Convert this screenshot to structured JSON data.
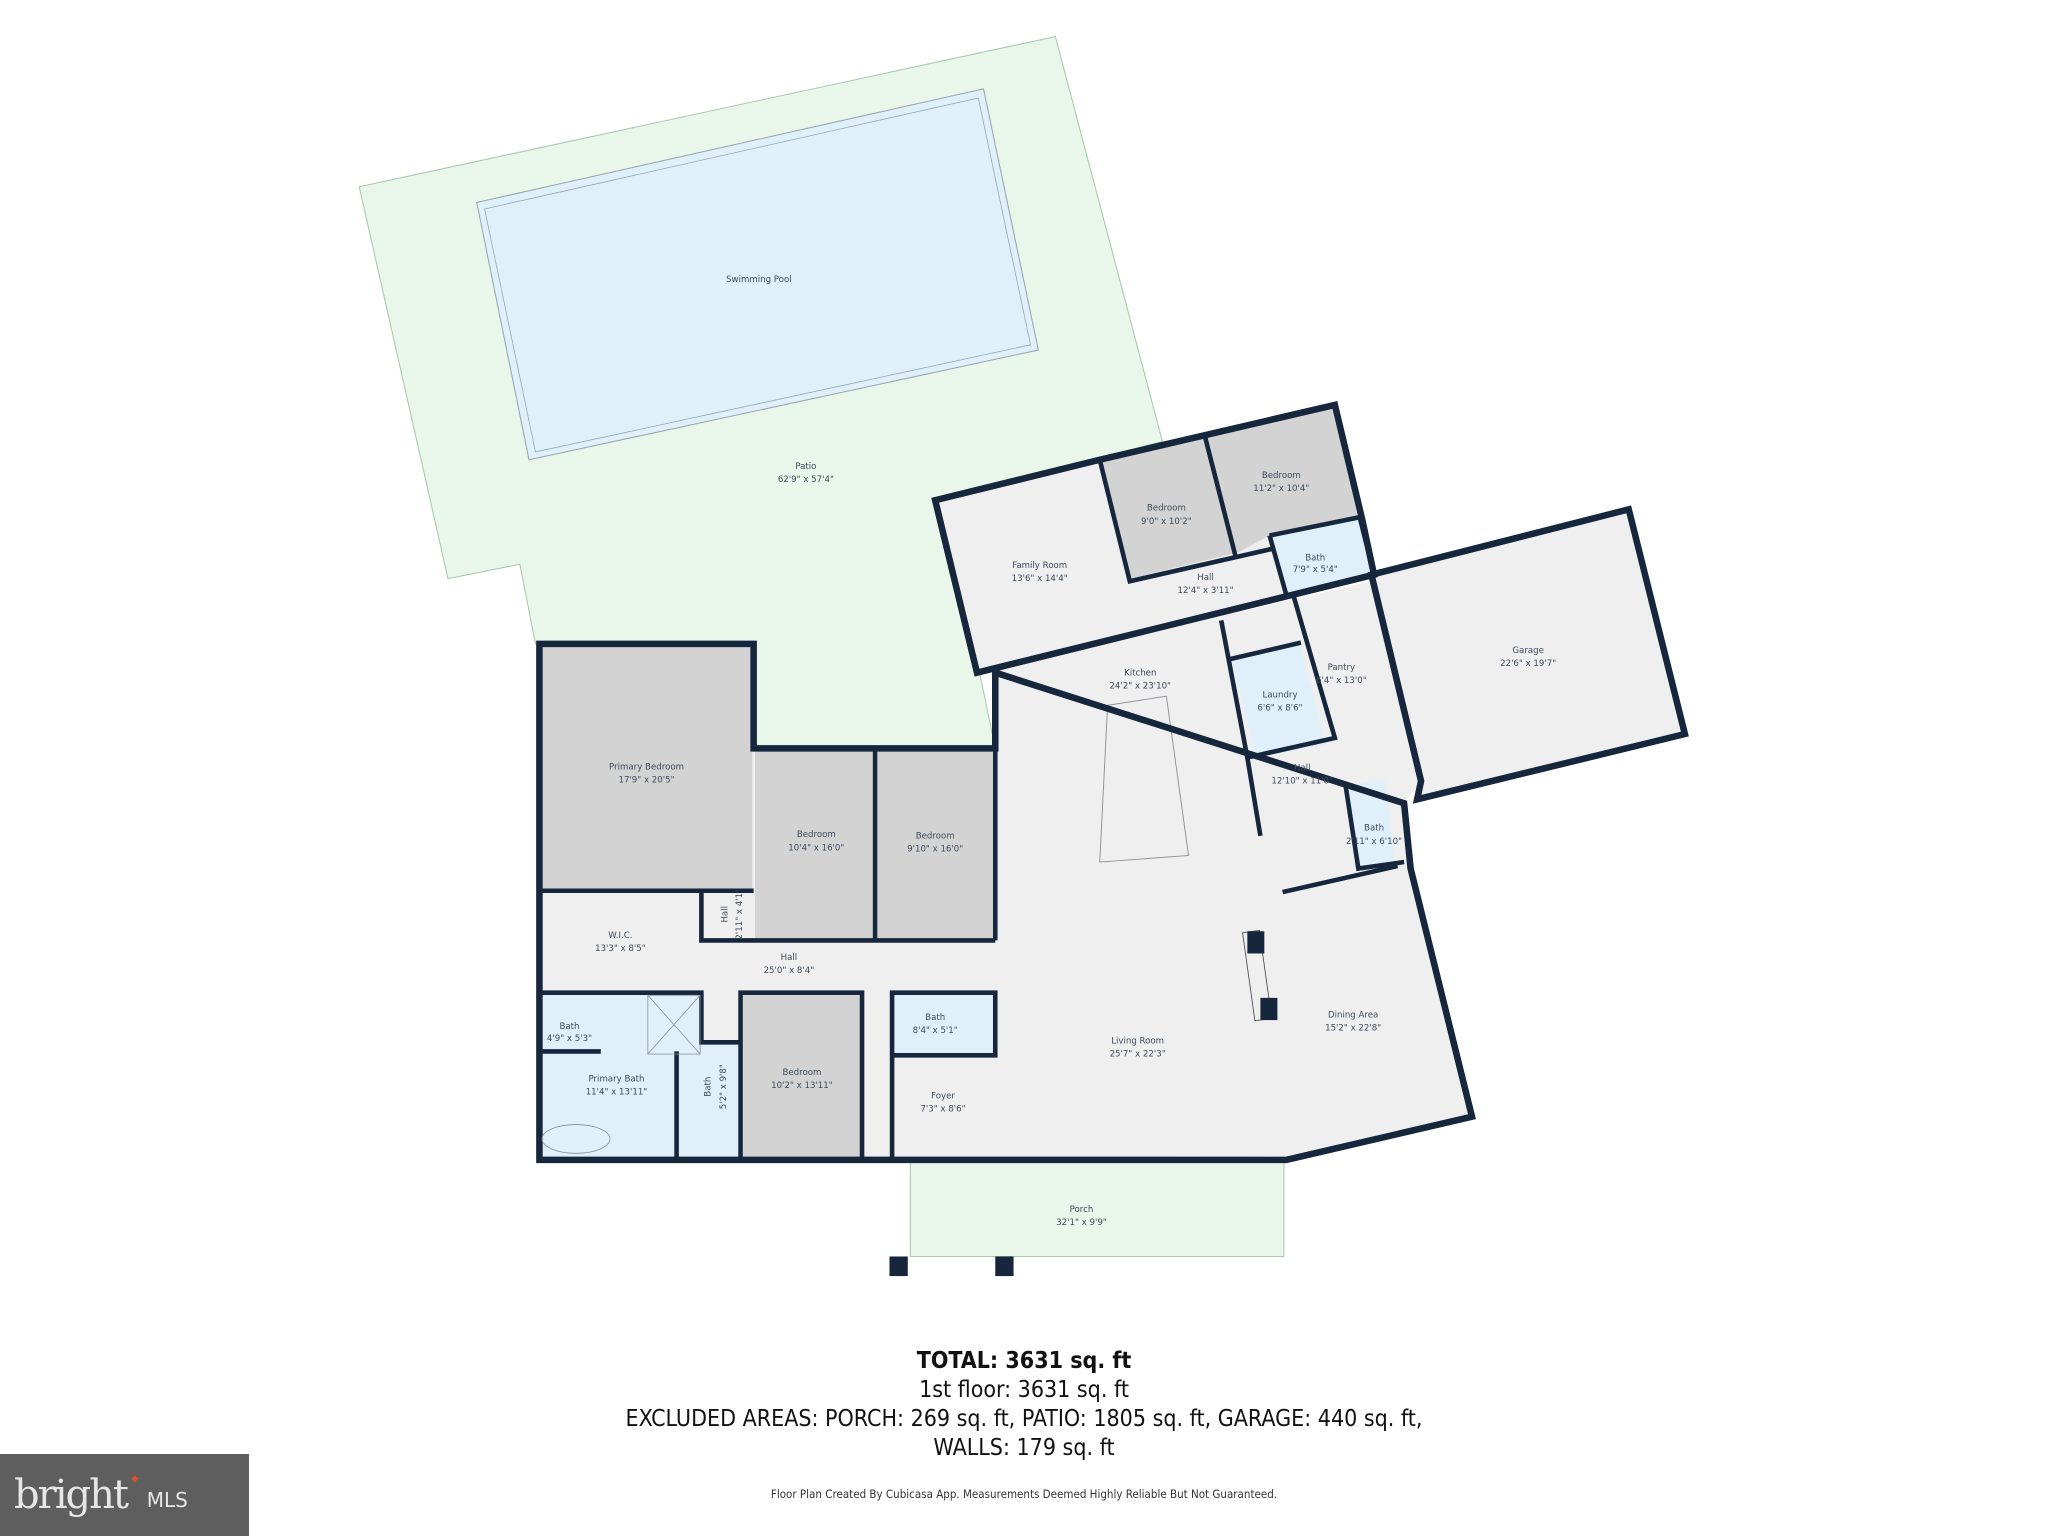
{
  "colors": {
    "wall": "#16263d",
    "outdoor": "#e8f7ea",
    "pool": "#dff0fb",
    "bedroom": "#d3d3d3",
    "floor": "#efefef",
    "wet_room": "#dff0fb"
  },
  "outdoor": {
    "pool": {
      "name": "Swimming Pool"
    },
    "patio": {
      "name": "Patio",
      "dims": "62'9\" x 57'4\""
    },
    "porch": {
      "name": "Porch",
      "dims": "32'1\" x 9'9\""
    }
  },
  "rooms": {
    "family_room": {
      "name": "Family Room",
      "dims": "13'6\" x 14'4\""
    },
    "bedroom_ne1": {
      "name": "Bedroom",
      "dims": "9'0\" x 10'2\""
    },
    "bedroom_ne2": {
      "name": "Bedroom",
      "dims": "11'2\" x 10'4\""
    },
    "hall_ne": {
      "name": "Hall",
      "dims": "12'4\" x 3'11\""
    },
    "bath_ne": {
      "name": "Bath",
      "dims": "7'9\" x 5'4\""
    },
    "garage": {
      "name": "Garage",
      "dims": "22'6\" x 19'7\""
    },
    "kitchen": {
      "name": "Kitchen",
      "dims": "24'2\" x 23'10\""
    },
    "pantry": {
      "name": "Pantry",
      "dims": "6'4\" x 13'0\""
    },
    "laundry": {
      "name": "Laundry",
      "dims": "6'6\" x 8'6\""
    },
    "hall_e": {
      "name": "Hall",
      "dims": "12'10\" x 11'0\""
    },
    "bath_e": {
      "name": "Bath",
      "dims": "2'11\" x 6'10\""
    },
    "primary_bedroom": {
      "name": "Primary Bedroom",
      "dims": "17'9\" x 20'5\""
    },
    "bedroom_w1": {
      "name": "Bedroom",
      "dims": "10'4\" x 16'0\""
    },
    "bedroom_w2": {
      "name": "Bedroom",
      "dims": "9'10\" x 16'0\""
    },
    "wic": {
      "name": "W.I.C.",
      "dims": "13'3\" x 8'5\""
    },
    "hall_small": {
      "name": "Hall",
      "dims": "2'11\" x 4'1\""
    },
    "hall_w": {
      "name": "Hall",
      "dims": "25'0\" x 8'4\""
    },
    "bath_w1": {
      "name": "Bath",
      "dims": "4'9\" x 5'3\""
    },
    "primary_bath": {
      "name": "Primary Bath",
      "dims": "11'4\" x 13'11\""
    },
    "bath_w2": {
      "name": "Bath",
      "dims": "5'2\" x 9'8\""
    },
    "bedroom_s": {
      "name": "Bedroom",
      "dims": "10'2\" x 13'11\""
    },
    "bath_s": {
      "name": "Bath",
      "dims": "8'4\" x 5'1\""
    },
    "foyer": {
      "name": "Foyer",
      "dims": "7'3\" x 8'6\""
    },
    "living_room": {
      "name": "Living Room",
      "dims": "25'7\" x 22'3\""
    },
    "dining_area": {
      "name": "Dining Area",
      "dims": "15'2\" x 22'8\""
    }
  },
  "summary": {
    "total": "TOTAL: 3631 sq. ft",
    "first_floor": "1st floor: 3631 sq. ft",
    "excluded": "EXCLUDED AREAS: PORCH: 269 sq. ft, PATIO: 1805 sq. ft, GARAGE: 440 sq. ft,",
    "walls": "WALLS: 179 sq. ft",
    "disclaimer": "Floor Plan Created By Cubicasa App. Measurements Deemed Highly Reliable But Not Guaranteed."
  },
  "logo": {
    "word": "bright",
    "suffix": "MLS"
  }
}
